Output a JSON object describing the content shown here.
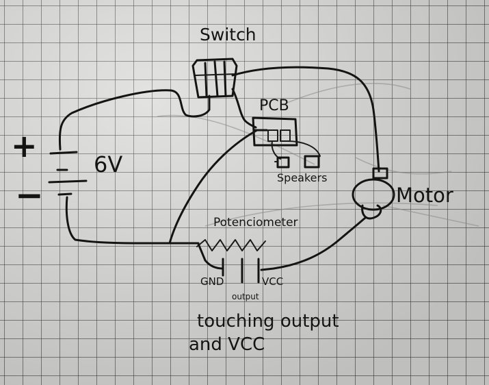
{
  "labels": {
    "switch": "Switch",
    "pcb": "PCB",
    "speakers": "Speakers",
    "motor": "Motor",
    "battery_voltage": "6V",
    "plus": "+",
    "minus": "−",
    "potentiometer": "Potenciometer",
    "gnd": "GND",
    "output": "output",
    "vcc": "VCC"
  },
  "note": {
    "line1": "touching output",
    "line2": "and VCC"
  },
  "colors": {
    "paper": "#d9d9d7",
    "grid": "#3a3a3a",
    "ink": "#141414"
  }
}
